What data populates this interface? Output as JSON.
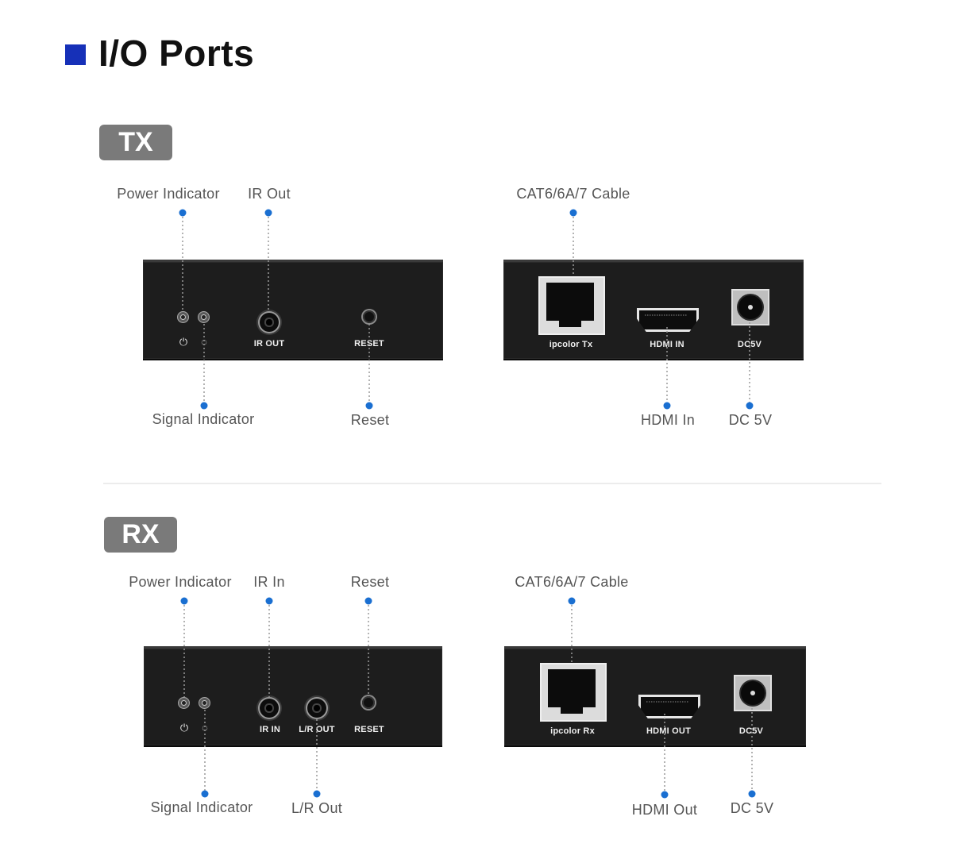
{
  "title": "I/O Ports",
  "colors": {
    "accent": "#1630b8",
    "callout_dot": "#1a6fd1",
    "badge": "#7a7a7a",
    "panel": "#1d1d1d"
  },
  "tx": {
    "badge": "TX",
    "labels": {
      "power_indicator": "Power Indicator",
      "ir_out": "IR Out",
      "signal_indicator": "Signal Indicator",
      "reset": "Reset",
      "cable": "CAT6/6A/7 Cable",
      "hdmi_in": "HDMI In",
      "dc": "DC 5V"
    },
    "panel_front": {
      "ir_out": "IR OUT",
      "reset": "RESET"
    },
    "panel_back": {
      "rj45": "ipcolor  Tx",
      "hdmi": "HDMI IN",
      "dc": "DC5V"
    }
  },
  "rx": {
    "badge": "RX",
    "labels": {
      "power_indicator": "Power Indicator",
      "ir_in": "IR In",
      "reset": "Reset",
      "signal_indicator": "Signal Indicator",
      "lr_out": "L/R Out",
      "cable": "CAT6/6A/7 Cable",
      "hdmi_out": "HDMI Out",
      "dc": "DC 5V"
    },
    "panel_front": {
      "ir_in": "IR IN",
      "lr_out": "L/R OUT",
      "reset": "RESET"
    },
    "panel_back": {
      "rj45": "ipcolor  Rx",
      "hdmi": "HDMI OUT",
      "dc": "DC5V"
    }
  },
  "icons": {
    "power": "power-icon",
    "signal": "signal-icon"
  }
}
